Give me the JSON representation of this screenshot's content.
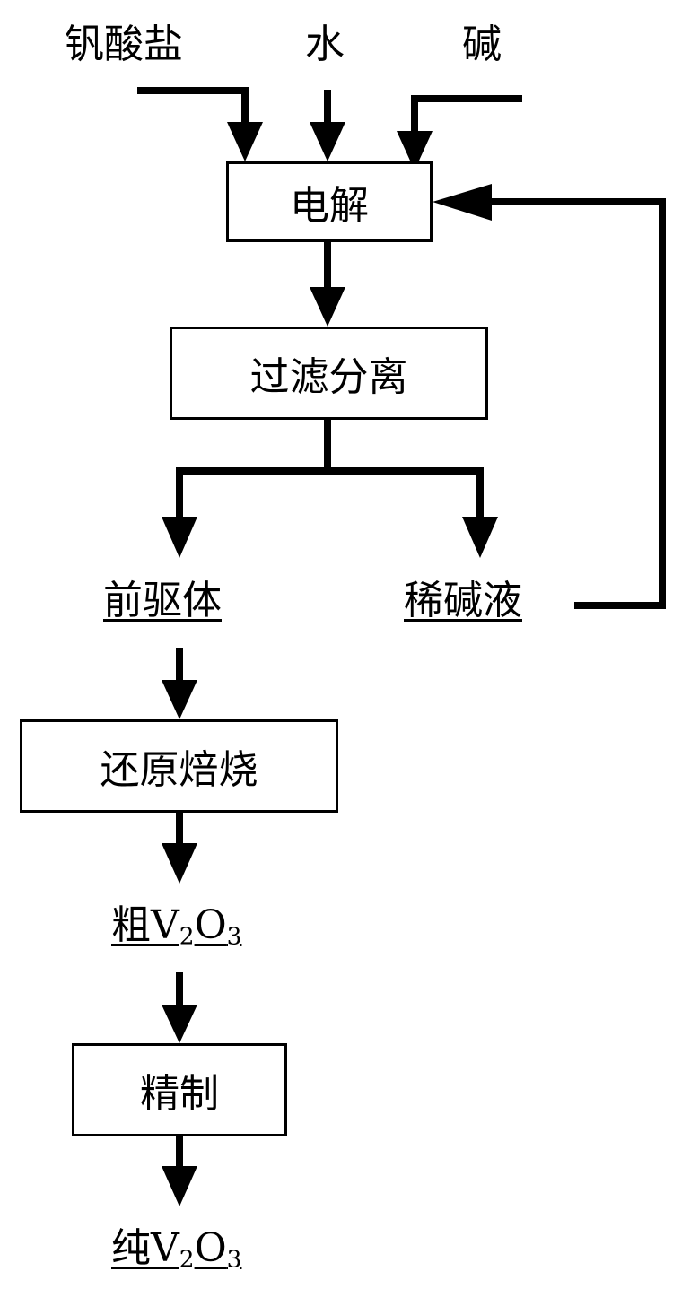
{
  "inputs": {
    "vanadate": "钒酸盐",
    "water": "水",
    "alkali": "碱"
  },
  "steps": {
    "electrolysis": "电解",
    "filtration": "过滤分离",
    "reduction_roasting": "还原焙烧",
    "refining": "精制"
  },
  "products": {
    "precursor": "前驱体",
    "dilute_alkali": "稀碱液",
    "crude_prefix": "粗",
    "pure_prefix": "纯",
    "formula_v": "V",
    "formula_v_sub": "2",
    "formula_o": "O",
    "formula_o_sub": "3"
  }
}
